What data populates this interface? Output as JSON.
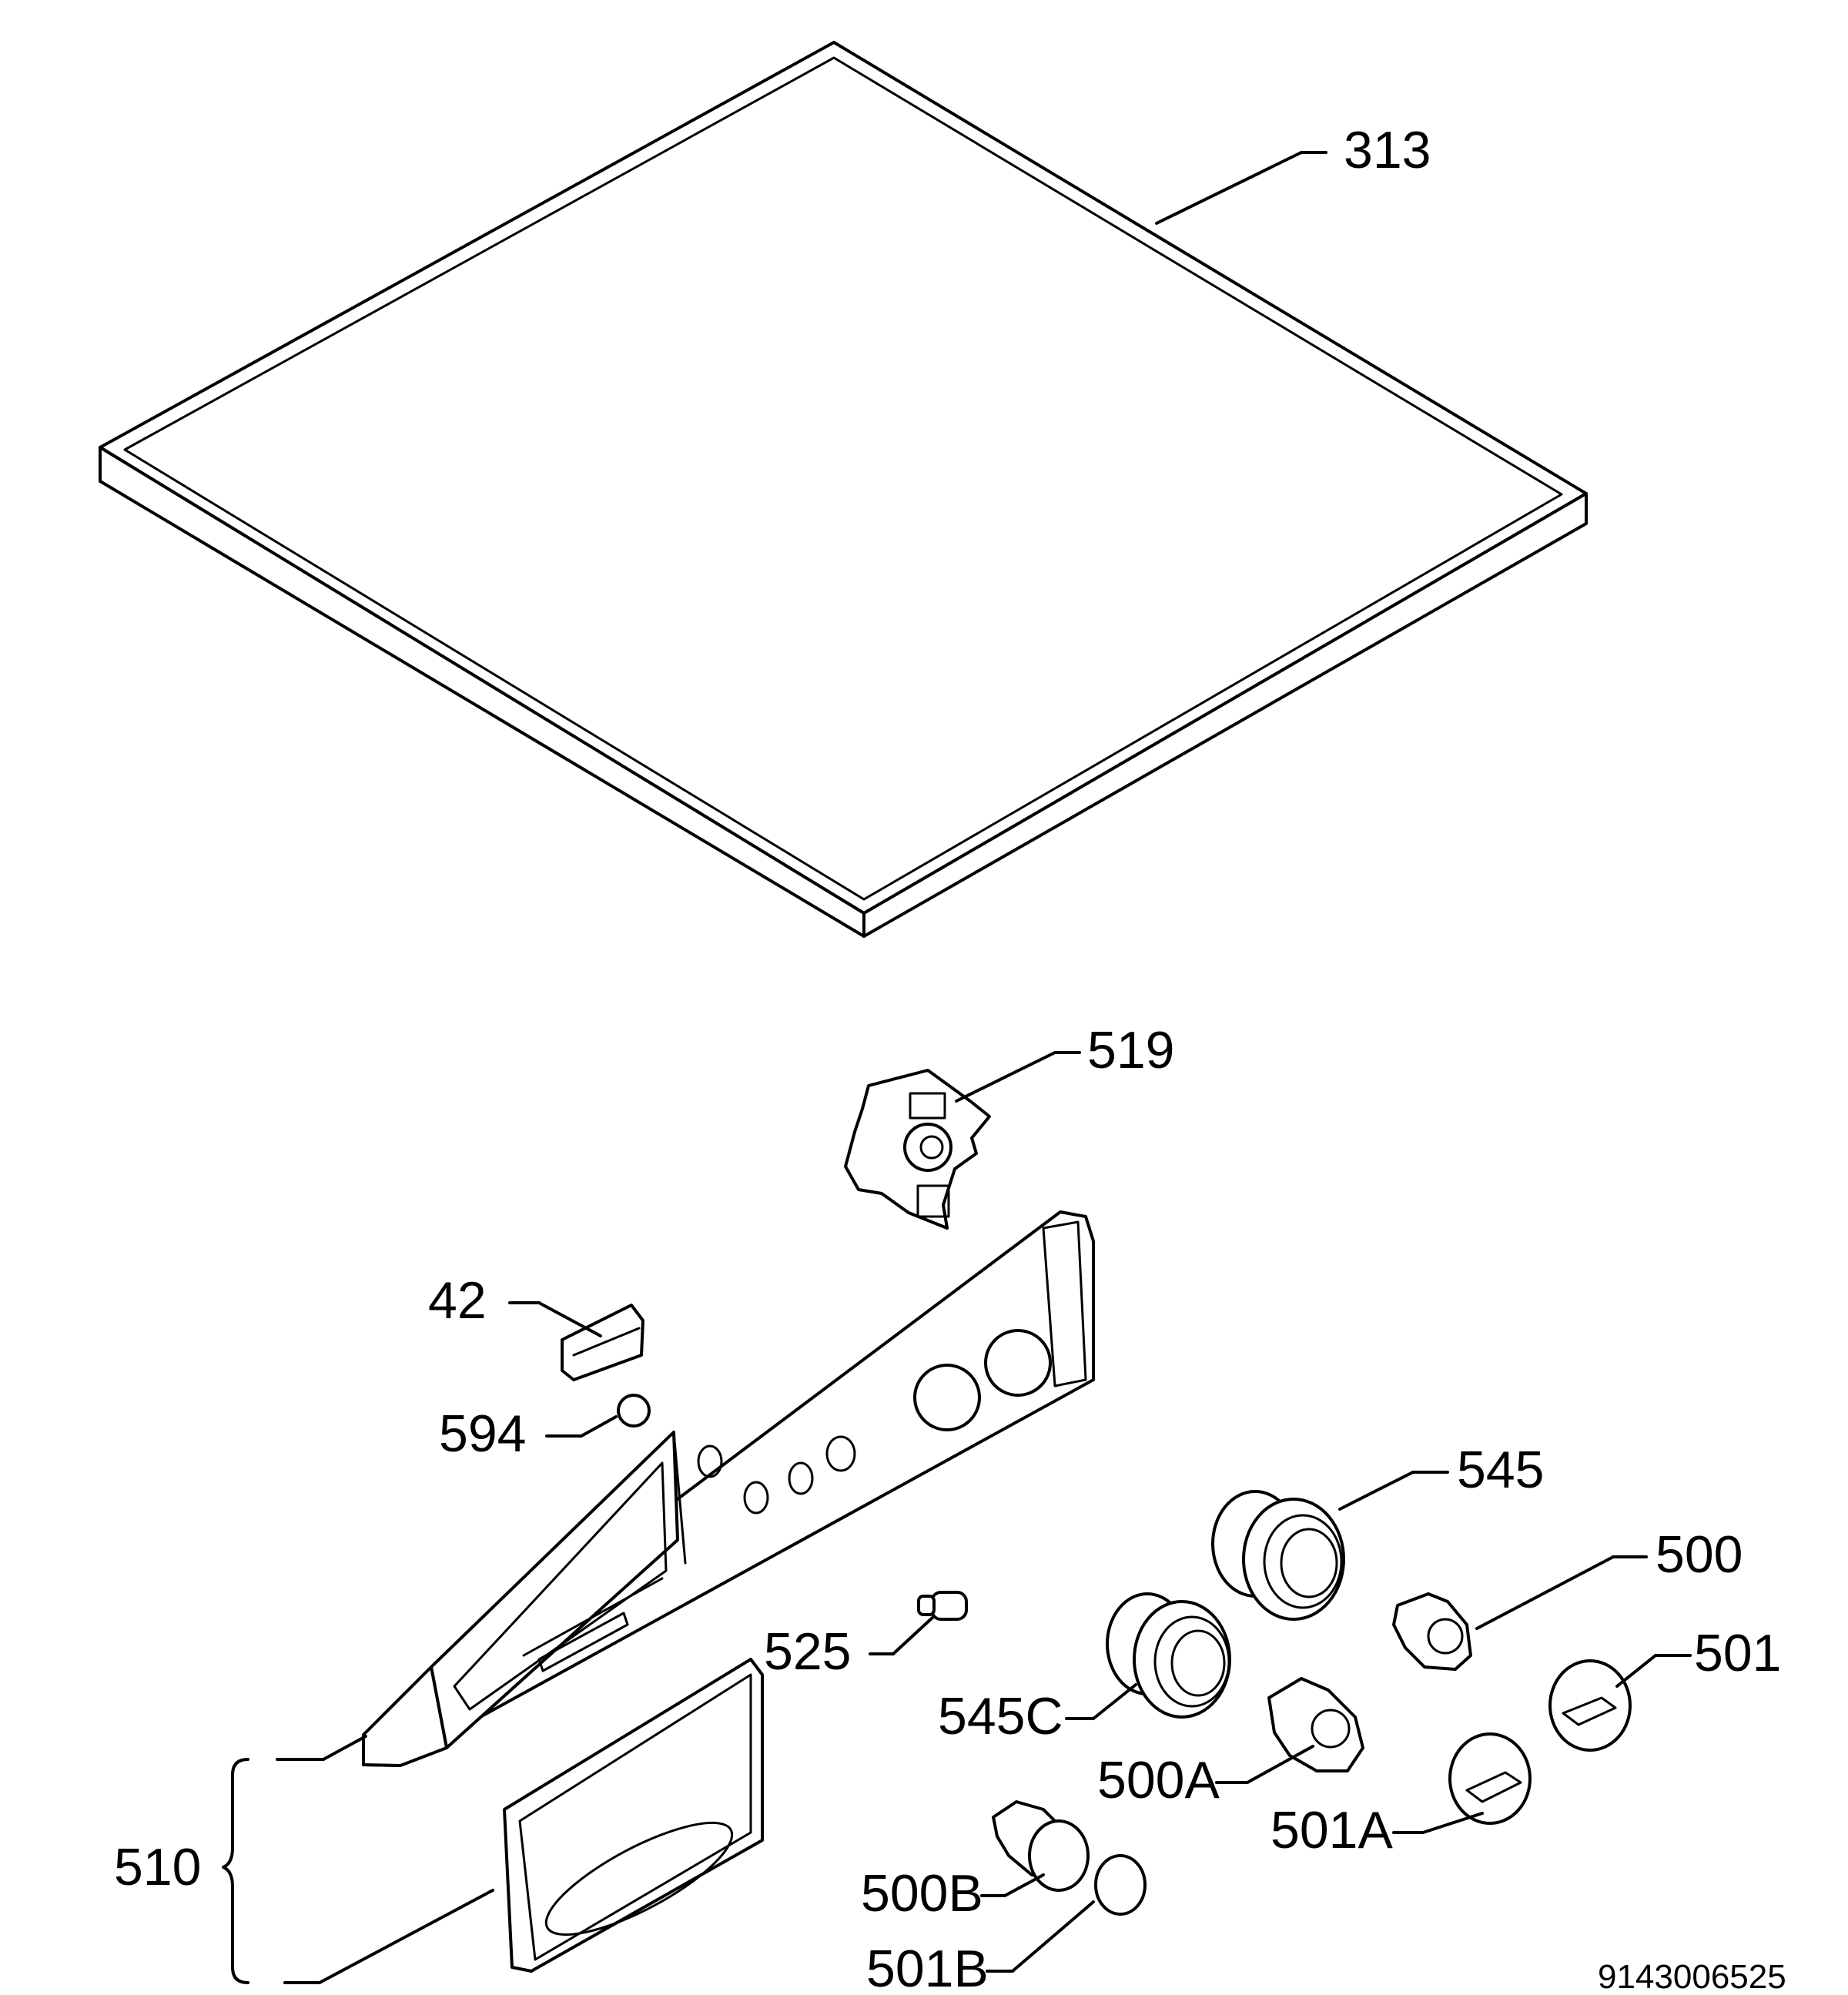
{
  "labels": {
    "p313": "313",
    "p519": "519",
    "p42": "42",
    "p594": "594",
    "p545": "545",
    "p500": "500",
    "p525": "525",
    "p501": "501",
    "p545c": "545C",
    "p500a": "500A",
    "p510": "510",
    "p501a": "501A",
    "p500b": "500B",
    "p501b": "501B"
  },
  "drawing_number": "9143006525"
}
